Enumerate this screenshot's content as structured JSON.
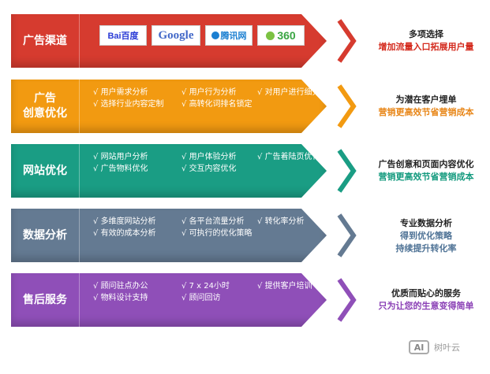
{
  "rows": [
    {
      "label_lines": [
        "广告渠道"
      ],
      "color": "#d63b2f",
      "logos": [
        "Bai百度",
        "Google",
        "腾讯网",
        "360"
      ],
      "caption": [
        "多项选择",
        "增加流量入口拓展用户量"
      ],
      "caption_color": "#d42b1e"
    },
    {
      "label_lines": [
        "广告",
        "创意优化"
      ],
      "color": "#f29a11",
      "items": [
        "用户需求分析",
        "用户行为分析",
        "对用户进行细分",
        "选择行业内容定制",
        "高转化词排名锁定"
      ],
      "caption": [
        "为潜在客户埋单",
        "营销更高效节省营销成本"
      ],
      "caption_color": "#e8871a"
    },
    {
      "label_lines": [
        "网站优化"
      ],
      "color": "#1a9d84",
      "items": [
        "网站用户分析",
        "用户体验分析",
        "广告着陆页优化",
        "广告物料优化",
        "交互内容优化"
      ],
      "caption": [
        "广告创意和页面内容优化",
        "营销更高效节省营销成本"
      ],
      "caption_color": "#139a7e"
    },
    {
      "label_lines": [
        "数据分析"
      ],
      "color": "#647a92",
      "items": [
        "多维度网站分析",
        "各平台流量分析",
        "转化率分析",
        "有效的成本分析",
        "可执行的优化策略"
      ],
      "caption": [
        "专业数据分析",
        "得到优化策略",
        "持续提升转化率"
      ],
      "caption_color": "#4f7396"
    },
    {
      "label_lines": [
        "售后服务"
      ],
      "color": "#8f4fb8",
      "items": [
        "顾问驻点办公",
        "7 x 24小时",
        "提供客户培训",
        "物料设计支持",
        "顾问回访"
      ],
      "caption": [
        "优质而贴心的服务",
        "只为让您的生意变得简单"
      ],
      "caption_color": "#8a3fb5"
    }
  ],
  "watermark": {
    "badge": "AI",
    "text": "树叶云"
  }
}
